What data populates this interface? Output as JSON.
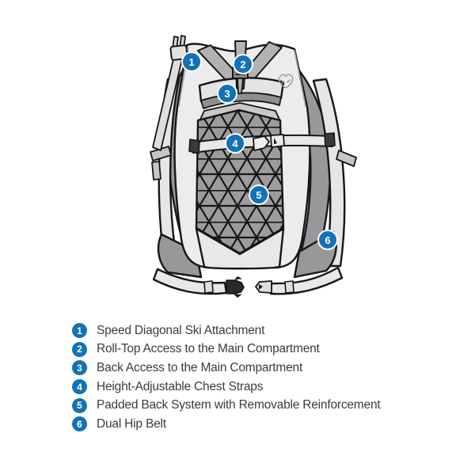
{
  "diagram": {
    "illustration_name": "roll-top-ski-backpack-rear-view",
    "brand_logo": "dynafit-snow-leopard-logo"
  },
  "features": [
    {
      "number": "1",
      "label": "Speed Diagonal Ski Attachment"
    },
    {
      "number": "2",
      "label": "Roll-Top Access to the Main Compartment"
    },
    {
      "number": "3",
      "label": "Back Access to the Main Compartment"
    },
    {
      "number": "4",
      "label": "Height-Adjustable Chest Straps"
    },
    {
      "number": "5",
      "label": "Padded Back System with Removable Reinforcement"
    },
    {
      "number": "6",
      "label": "Dual Hip Belt"
    }
  ],
  "colors": {
    "accent_blue": "#1272b5",
    "legend_text": "#3b3b3b",
    "outline_black": "#161616",
    "body_light_gray": "#ececec",
    "panel_mid_gray": "#b2b2b2",
    "strap_dark_gray": "#98989a",
    "mesh_gray": "#9c9c9c",
    "background": "#ffffff"
  }
}
